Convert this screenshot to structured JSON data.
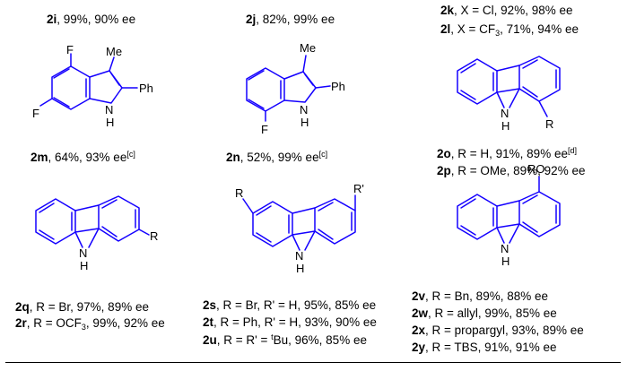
{
  "captions": {
    "c2i": {
      "cpd": "2i",
      "rest": ", 99%, 90% ee"
    },
    "c2j": {
      "cpd": "2j",
      "rest": ", 82%, 99% ee"
    },
    "c2k": {
      "cpd": "2k",
      "pre": ", X = Cl, 92%, 98% ee"
    },
    "c2l": {
      "cpd": "2l",
      "pre": ", X = CF",
      "sub": "3",
      "post": ", 71%, 94% ee"
    },
    "c2m": {
      "cpd": "2m",
      "rest": ", 64%, 93% ee",
      "note": "[c]"
    },
    "c2n": {
      "cpd": "2n",
      "rest": ", 52%, 99% ee",
      "note": "[c]"
    },
    "c2o": {
      "cpd": "2o",
      "rest": ", R = H, 91%, 89% ee",
      "note": "[d]"
    },
    "c2p": {
      "cpd": "2p",
      "rest": ", R = OMe, 89%, 92% ee"
    },
    "c2q": {
      "cpd": "2q",
      "rest": ", R = Br, 97%, 89% ee"
    },
    "c2r": {
      "cpd": "2r",
      "pre": ", R = OCF",
      "sub": "3",
      "post": ", 99%, 92% ee"
    },
    "c2s": {
      "cpd": "2s",
      "rest": ", R = Br, R' = H, 95%, 85% ee"
    },
    "c2t": {
      "cpd": "2t",
      "rest": ", R = Ph, R' = H, 93%, 90% ee"
    },
    "c2u": {
      "cpd": "2u",
      "pre": ", R = R' = ",
      "sup": "t",
      "post": "Bu, 96%, 85% ee"
    },
    "c2v": {
      "cpd": "2v",
      "rest": ", R = Bn, 89%, 88% ee"
    },
    "c2w": {
      "cpd": "2w",
      "rest": ", R = allyl, 99%, 85% ee"
    },
    "c2x": {
      "cpd": "2x",
      "rest": ", R = propargyl, 93%, 89% ee"
    },
    "c2y": {
      "cpd": "2y",
      "rest": ", R = TBS, 91%, 91% ee"
    }
  },
  "atoms": {
    "F": "F",
    "Me": "Me",
    "Ph": "Ph",
    "N": "N",
    "H": "H",
    "R": "R",
    "Rp": "R'",
    "RO": "RO"
  },
  "colors": {
    "bond": "#1400ff",
    "text": "#000000"
  }
}
